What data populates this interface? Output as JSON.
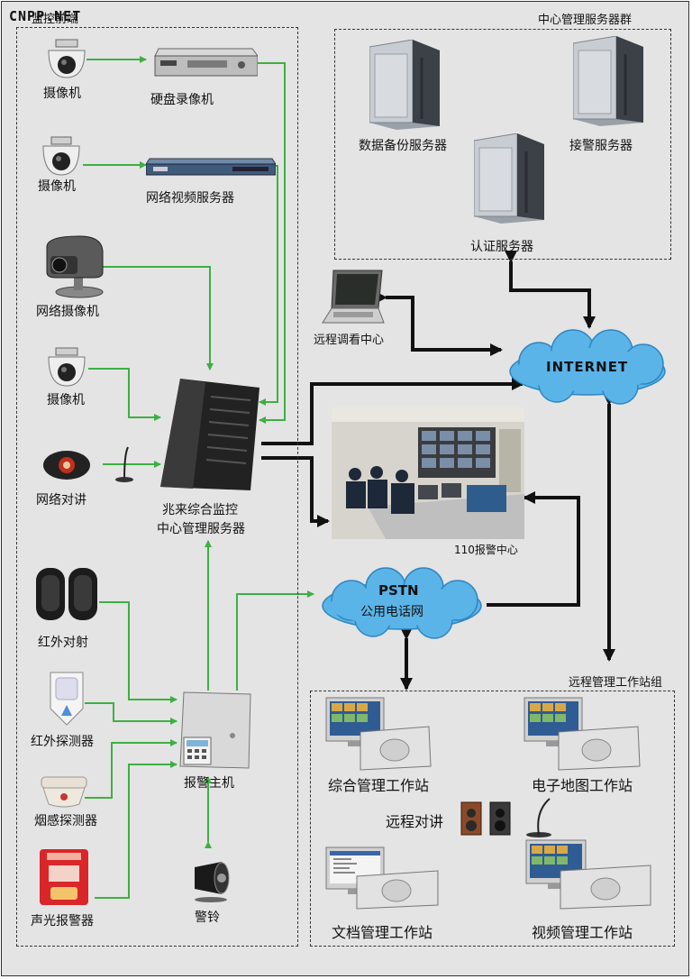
{
  "watermark": "CNPP.NET",
  "groups": {
    "front_end": "监控前端",
    "server_cluster": "中心管理服务器群",
    "remote_workstations": "远程管理工作站组"
  },
  "front_end": {
    "camera_1": "摄像机",
    "dvr": "硬盘录像机",
    "camera_2": "摄像机",
    "video_server": "网络视频服务器",
    "network_camera": "网络摄像机",
    "camera_3": "摄像机",
    "intercom": "网络对讲",
    "central_server_line1": "兆来综合监控",
    "central_server_line2": "中心管理服务器",
    "ir_beam": "红外对射",
    "ir_detector": "红外探测器",
    "smoke_detector": "烟感探测器",
    "strobe_alarm": "声光报警器",
    "alarm_host": "报警主机",
    "siren": "警铃"
  },
  "servers": {
    "backup": "数据备份服务器",
    "dispatch": "接警服务器",
    "auth": "认证服务器"
  },
  "center": {
    "remote_view": "远程调看中心",
    "internet": "INTERNET",
    "alarm_center": "110报警中心",
    "pstn": "PSTN",
    "pstn_sub": "公用电话网"
  },
  "workstations": {
    "integrated": "综合管理工作站",
    "emap": "电子地图工作站",
    "remote_intercom": "远程对讲",
    "document": "文档管理工作站",
    "video": "视频管理工作站"
  },
  "colors": {
    "green_link": "#3cb043",
    "black_link": "#111111",
    "cloud": "#5ab4e8",
    "background": "#e4e4e4"
  }
}
